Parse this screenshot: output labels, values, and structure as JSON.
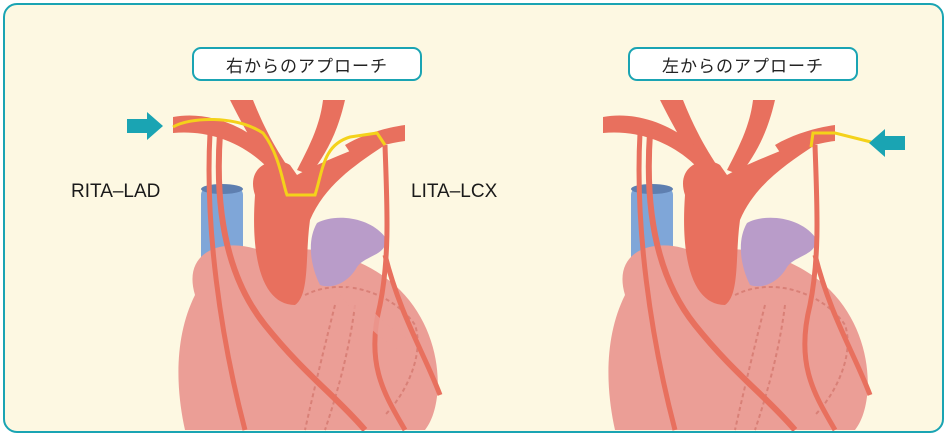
{
  "panels": [
    {
      "title": "右からのアプローチ",
      "graft_label": "RITA–LAD",
      "arrow_direction": "right"
    },
    {
      "title": "左からのアプローチ",
      "graft_label": "LITA–LCX",
      "arrow_direction": "left"
    }
  ],
  "colors": {
    "frame_border": "#1aa4b3",
    "background": "#fdf8e2",
    "arrow": "#1aa4b3",
    "artery": "#e8705e",
    "heart": "#eb9e96",
    "vena_cava": "#7fa6d8",
    "pulmonary_artery": "#b99cc9",
    "graft_route": "#f4d21a"
  }
}
